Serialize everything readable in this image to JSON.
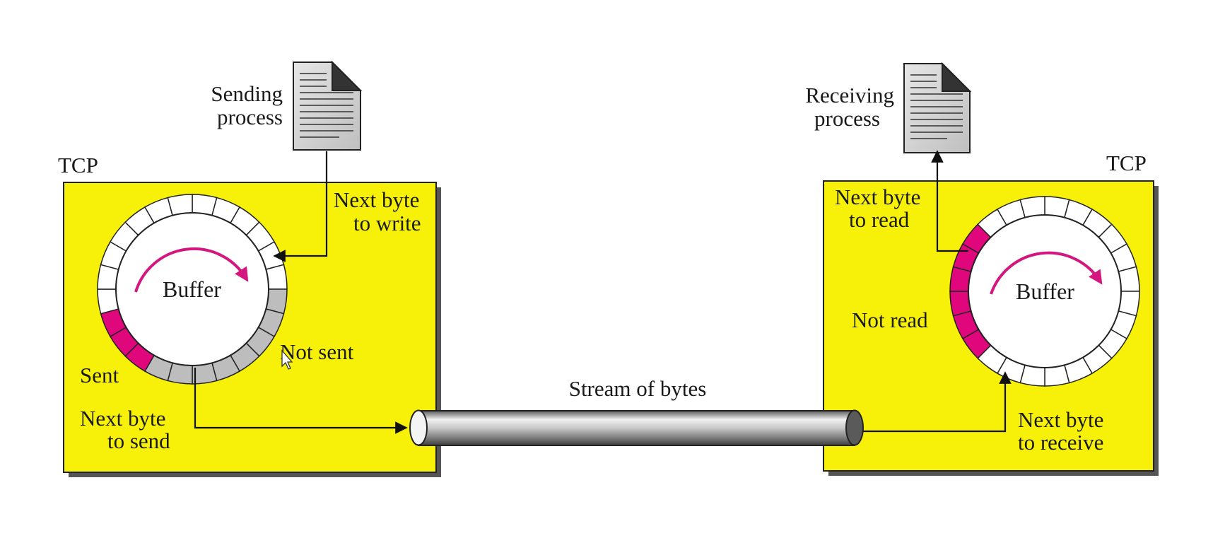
{
  "colors": {
    "tcp_box": "#f7f10a",
    "sent": "#e0077d",
    "not_sent": "#bdbdbd",
    "empty_slot": "#ffffff",
    "arrow_rotation": "#d4167f",
    "pipe": "#a8a8a8"
  },
  "sender": {
    "process_label_line1": "Sending",
    "process_label_line2": "process",
    "tcp_label": "TCP",
    "buffer_label": "Buffer",
    "next_write_line1": "Next byte",
    "next_write_line2": "to write",
    "not_sent_label": "Not sent",
    "sent_label": "Sent",
    "next_send_line1": "Next byte",
    "next_send_line2": "to send"
  },
  "receiver": {
    "process_label_line1": "Receiving",
    "process_label_line2": "process",
    "tcp_label": "TCP",
    "buffer_label": "Buffer",
    "next_read_line1": "Next byte",
    "next_read_line2": "to read",
    "not_read_label": "Not read",
    "next_receive_line1": "Next byte",
    "next_receive_line2": "to receive"
  },
  "stream": {
    "label": "Stream of bytes"
  },
  "icons": {
    "document": "document-icon",
    "cursor": "mouse-cursor-icon"
  }
}
